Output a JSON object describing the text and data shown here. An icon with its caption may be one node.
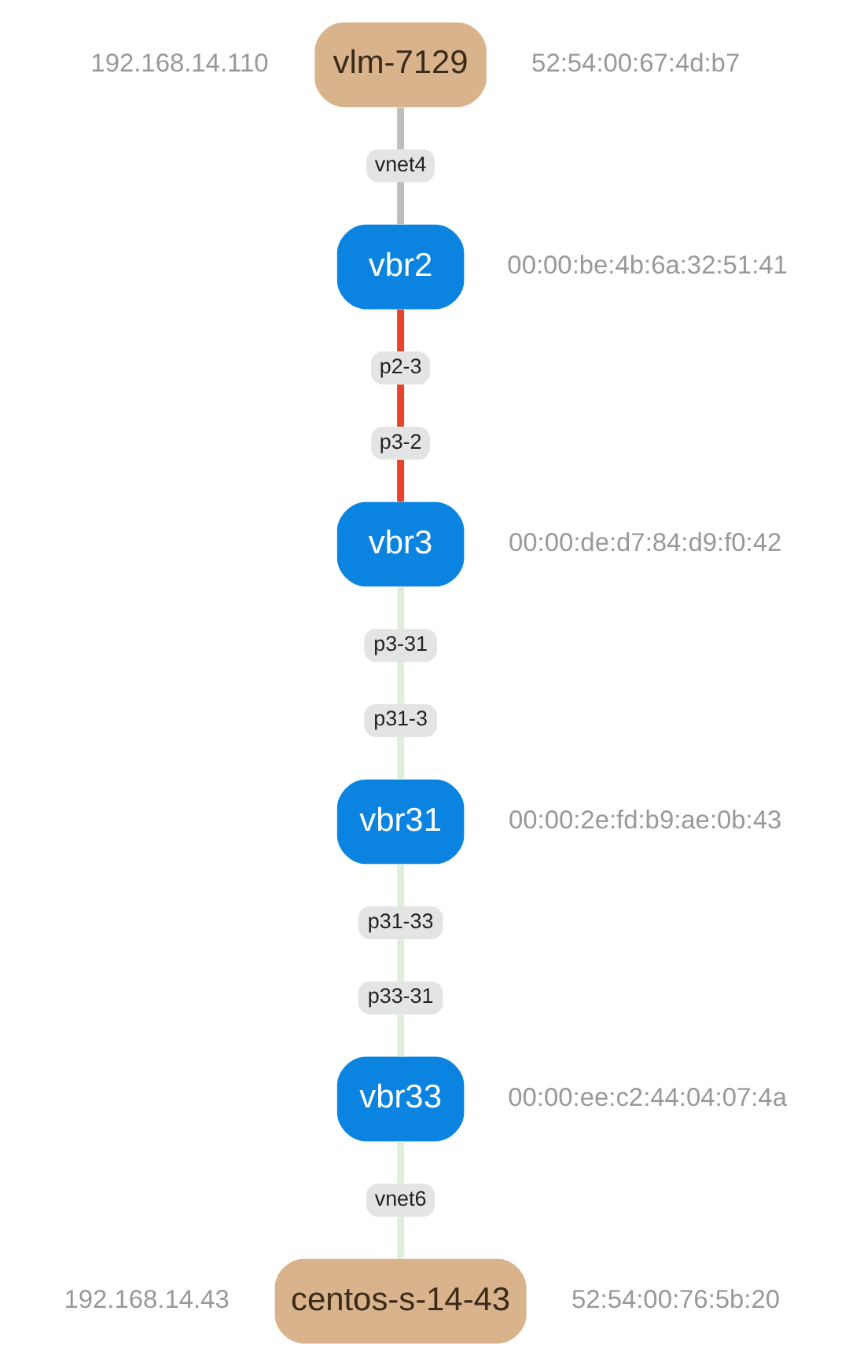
{
  "diagram": {
    "nodes": [
      {
        "text": [
          "vlm-7129"
        ],
        "beside": [
          "192.168.14.110",
          "52:54:00:67:4d:b7"
        ]
      },
      {
        "text": [
          "vnet4"
        ]
      },
      {
        "text": [
          "vbr2"
        ],
        "beside": [
          "00:00:be:4b:6a:32:51:41"
        ]
      },
      {
        "text": [
          "p2-3"
        ]
      },
      {
        "text": [
          "p3-2"
        ]
      },
      {
        "text": [
          "vbr3"
        ],
        "beside": [
          "00:00:de:d7:84:d9:f0:42"
        ]
      },
      {
        "text": [
          "p3-31"
        ]
      },
      {
        "text": [
          "p31-3"
        ]
      },
      {
        "text": [
          "vbr31"
        ],
        "beside": [
          "00:00:2e:fd:b9:ae:0b:43"
        ]
      },
      {
        "text": [
          "p31-33"
        ]
      },
      {
        "text": [
          "p33-31"
        ]
      },
      {
        "text": [
          "vbr33"
        ],
        "beside": [
          "00:00:ee:c2:44:04:07:4a"
        ]
      },
      {
        "text": [
          "vnet6"
        ]
      },
      {
        "text": [
          "centos-s-14-43"
        ],
        "beside": [
          "192.168.14.43",
          "52:54:00:76:5b:20"
        ]
      }
    ],
    "edges": [
      {
        "from": 0,
        "to": 1,
        "arrow": "none",
        "color": "#bdbdbd"
      },
      {
        "from": 1,
        "to": 2,
        "arrow": "none",
        "color": "#bdbdbd"
      },
      {
        "from": 2,
        "to": 3,
        "arrow": "none",
        "color": "#e8432c"
      },
      {
        "from": 3,
        "to": 4,
        "arrow": "none",
        "color": "#e8432c"
      },
      {
        "from": 4,
        "to": 5,
        "arrow": "none",
        "color": "#e8432c"
      },
      {
        "from": 5,
        "to": 6,
        "arrow": "none"
      },
      {
        "from": 6,
        "to": 7,
        "arrow": "none"
      },
      {
        "from": 7,
        "to": 8,
        "arrow": "none"
      },
      {
        "from": 8,
        "to": 9,
        "arrow": "none"
      },
      {
        "from": 9,
        "to": 10,
        "arrow": "none"
      },
      {
        "from": 10,
        "to": 11,
        "arrow": "none"
      },
      {
        "from": 11,
        "to": 12,
        "arrow": "none"
      },
      {
        "from": 12,
        "to": 13,
        "arrow": "none"
      }
    ]
  }
}
